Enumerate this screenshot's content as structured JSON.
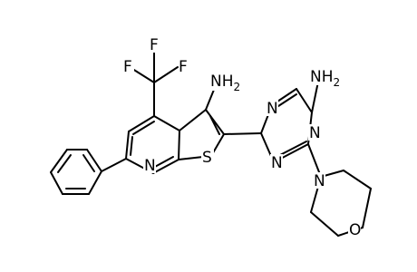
{
  "labels": {
    "f1": "F",
    "f2": "F",
    "f3": "F",
    "amine1_main": "NH",
    "amine1_sub": "2",
    "amine2_main": "NH",
    "amine2_sub": "2",
    "pyridine_n": "N",
    "thiophene_s": "S",
    "triazine_n_top": "N",
    "triazine_n_right": "N",
    "triazine_n_bottom": "N",
    "morpholine_n": "N",
    "morpholine_o": "O"
  }
}
